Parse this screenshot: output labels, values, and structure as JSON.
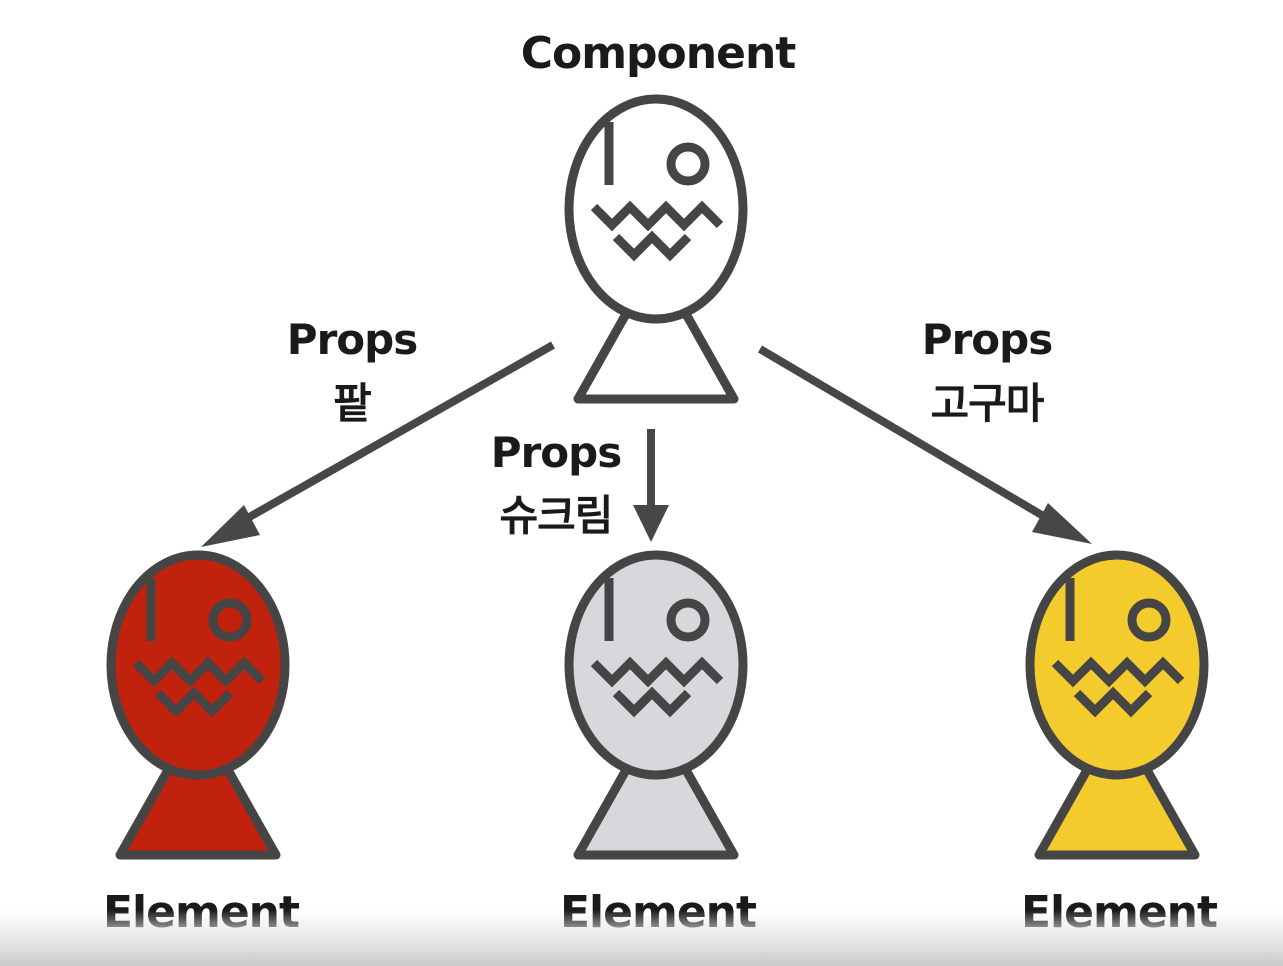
{
  "nodes": {
    "component": {
      "label": "Component",
      "color": "#ffffff"
    },
    "elements": [
      {
        "label": "Element",
        "color": "#c0220e"
      },
      {
        "label": "Element",
        "color": "#d6d8db"
      },
      {
        "label": "Element",
        "color": "#f3cb2c"
      }
    ]
  },
  "edges": [
    {
      "line1": "Props",
      "line2": "팥"
    },
    {
      "line1": "Props",
      "line2": "슈크림"
    },
    {
      "line1": "Props",
      "line2": "고구마"
    }
  ],
  "colors": {
    "outline": "#454545",
    "arrow": "#474747",
    "text": "#1a1a1a"
  }
}
